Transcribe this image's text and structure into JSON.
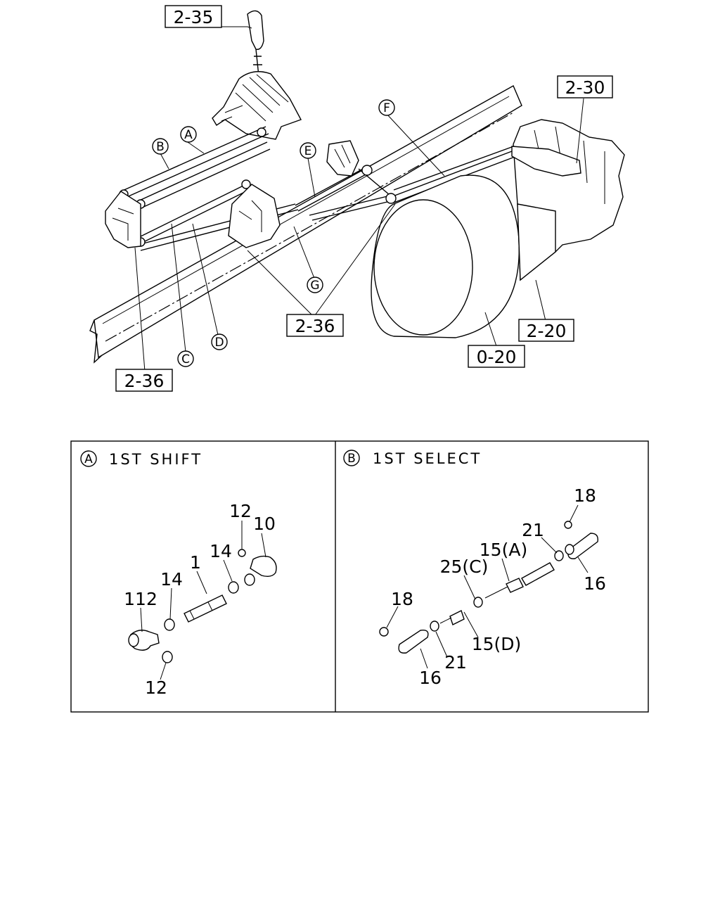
{
  "overview": {
    "ref_boxes": [
      "2-35",
      "2-30",
      "2-36",
      "2-20",
      "0-20",
      "2-36"
    ],
    "circle_letters": [
      "A",
      "B",
      "C",
      "D",
      "E",
      "F",
      "G"
    ]
  },
  "panel_a": {
    "badge": "A",
    "title": "1ST SHIFT",
    "labels": [
      "12",
      "10",
      "14",
      "1",
      "14",
      "112",
      "12"
    ]
  },
  "panel_b": {
    "badge": "B",
    "title": "1ST SELECT",
    "labels": [
      "18",
      "21",
      "15(A)",
      "25(C)",
      "16",
      "18",
      "15(D)",
      "21",
      "16"
    ]
  }
}
